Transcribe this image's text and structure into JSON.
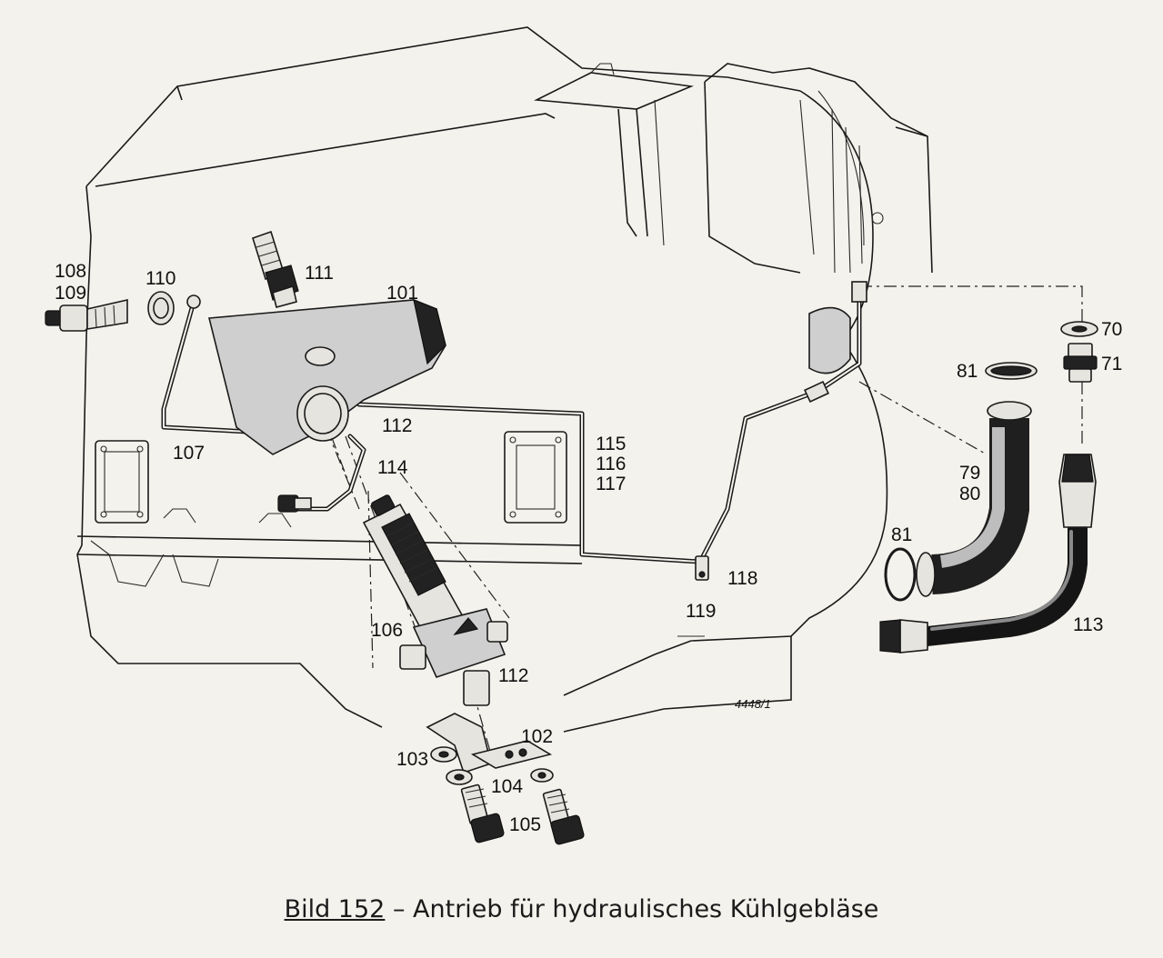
{
  "caption": {
    "figure": "Bild 152",
    "separator": " – ",
    "title": "Antrieb für hydraulisches Kühlgebläse"
  },
  "drawing_number": "4448/1",
  "part_labels": [
    {
      "id": "108",
      "text": "108"
    },
    {
      "id": "109",
      "text": "109"
    },
    {
      "id": "110",
      "text": "110"
    },
    {
      "id": "111",
      "text": "111"
    },
    {
      "id": "101",
      "text": "101"
    },
    {
      "id": "112a",
      "text": "112"
    },
    {
      "id": "107",
      "text": "107"
    },
    {
      "id": "114",
      "text": "114"
    },
    {
      "id": "115",
      "text": "115"
    },
    {
      "id": "116",
      "text": "116"
    },
    {
      "id": "117",
      "text": "117"
    },
    {
      "id": "106",
      "text": "106"
    },
    {
      "id": "112b",
      "text": "112"
    },
    {
      "id": "118",
      "text": "118"
    },
    {
      "id": "119",
      "text": "119"
    },
    {
      "id": "102",
      "text": "102"
    },
    {
      "id": "103",
      "text": "103"
    },
    {
      "id": "104",
      "text": "104"
    },
    {
      "id": "105",
      "text": "105"
    },
    {
      "id": "70",
      "text": "70"
    },
    {
      "id": "71",
      "text": "71"
    },
    {
      "id": "81a",
      "text": "81"
    },
    {
      "id": "79",
      "text": "79"
    },
    {
      "id": "80",
      "text": "80"
    },
    {
      "id": "81b",
      "text": "81"
    },
    {
      "id": "113",
      "text": "113"
    }
  ]
}
